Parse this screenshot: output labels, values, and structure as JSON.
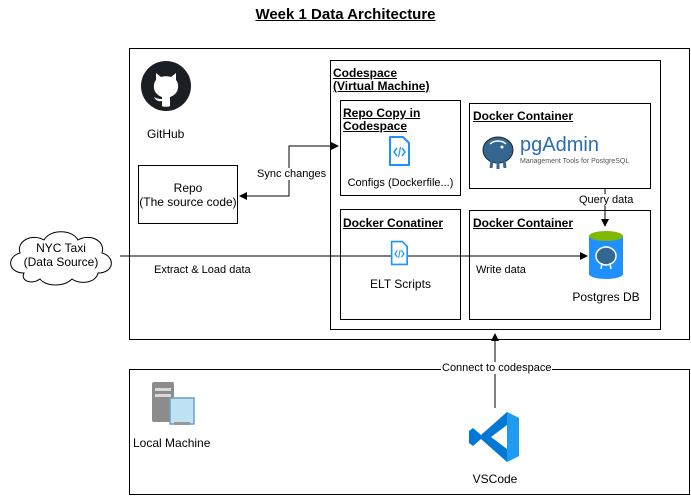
{
  "title": "Week 1 Data Architecture",
  "github": {
    "label": "GitHub",
    "icon": "github-octocat-icon"
  },
  "repo": {
    "line1": "Repo",
    "line2": "(The source code)"
  },
  "codespace": {
    "line1": "Codespace",
    "line2": "(Virtual Machine)"
  },
  "repo_copy": {
    "line1": "Repo Copy in",
    "line2": "Codespace",
    "caption": "Configs (Dockerfile...)",
    "icon": "code-file-icon"
  },
  "pgadmin_container": {
    "header": "Docker Container",
    "logo_text": "pgAdmin",
    "logo_sub": "Management Tools for PostgreSQL"
  },
  "elt_container": {
    "header": "Docker Conatiner",
    "caption": "ELT Scripts",
    "icon": "code-file-icon"
  },
  "postgres_container": {
    "header": "Docker Container",
    "caption": "Postgres DB",
    "icon": "postgres-database-icon"
  },
  "source": {
    "line1": "NYC Taxi",
    "line2": "(Data Source)"
  },
  "local": {
    "label": "Local Machine",
    "icon": "computer-tower-icon"
  },
  "vscode": {
    "label": "VSCode",
    "icon": "vscode-logo-icon"
  },
  "edges": {
    "sync": "Sync changes",
    "query": "Query data",
    "extract": "Extract & Load data",
    "write": "Write data",
    "connect": "Connect to codespace"
  },
  "colors": {
    "accent_blue": "#1E90FF",
    "postgres_blue": "#336791",
    "pgadmin_text": "#2A6CB5",
    "db_green": "#7FBA00",
    "vscode_blue": "#0078D4"
  }
}
